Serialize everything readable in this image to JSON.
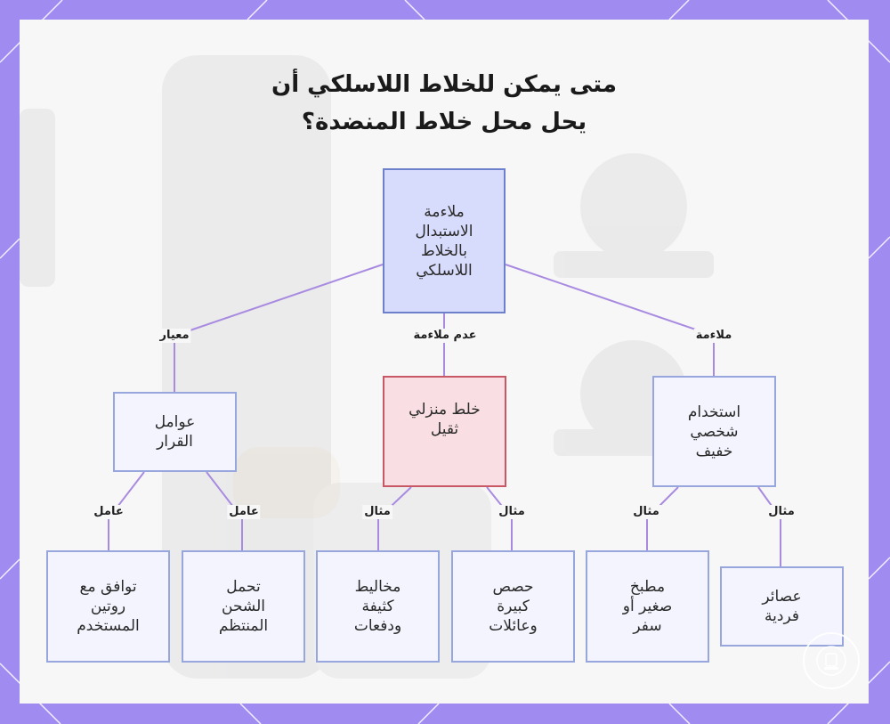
{
  "title": {
    "line1": "متى يمكن للخلاط اللاسلكي أن",
    "line2": "يحل محل خلاط المنضدة؟"
  },
  "nodes": {
    "root": [
      "ملاءمة",
      "الاستبدال",
      "بالخلاط",
      "اللاسلكي"
    ],
    "decision": [
      "عوامل",
      "القرار"
    ],
    "heavy": [
      "خلط منزلي",
      "ثقيل"
    ],
    "light": [
      "استخدام",
      "شخصي",
      "خفيف"
    ],
    "routine": [
      "توافق مع",
      "روتين",
      "المستخدم"
    ],
    "charging": [
      "تحمل",
      "الشحن",
      "المنتظم"
    ],
    "thick": [
      "مخاليط",
      "كثيفة",
      "ودفعات"
    ],
    "large": [
      "حصص",
      "كبيرة",
      "وعائلات"
    ],
    "small_kitchen": [
      "مطبخ",
      "صغير أو",
      "سفر"
    ],
    "juices": [
      "عصائر",
      "فردية"
    ]
  },
  "edges": {
    "criterion": "معيار",
    "unsuitable": "عدم ملاءمة",
    "suitable": "ملاءمة",
    "factor_1": "عامل",
    "factor_2": "عامل",
    "example_1": "مثال",
    "example_2": "مثال",
    "example_3": "مثال",
    "example_4": "مثال"
  },
  "colors": {
    "frame": "#a08cf0",
    "edge": "#a88be0",
    "node_fill": "#f3f4fd",
    "node_border": "#97a6dc",
    "root_fill": "#d8dcfc",
    "red_fill": "#f9dfe3",
    "red_border": "#c95867"
  }
}
